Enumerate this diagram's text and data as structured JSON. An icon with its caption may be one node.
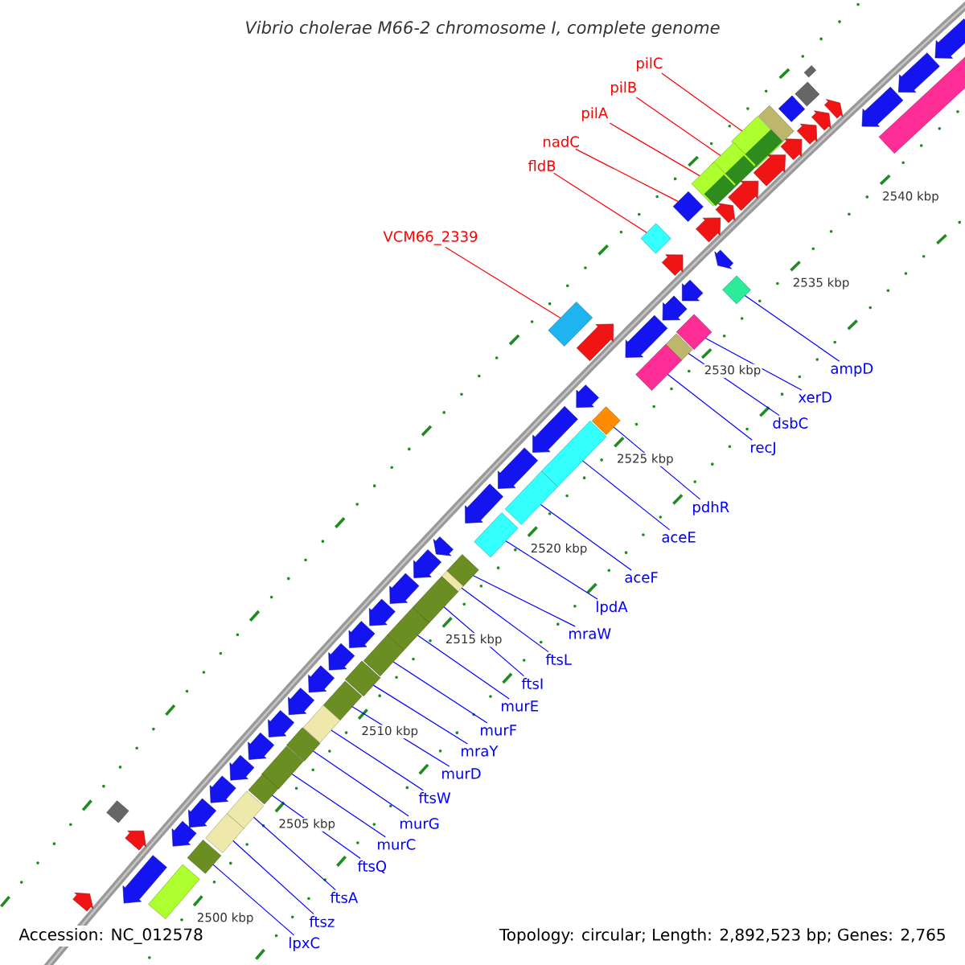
{
  "diagram": {
    "title": "Vibrio cholerae M66-2 chromosome I, complete genome",
    "nodes": [
      {
        "text": [
          "pilC"
        ]
      },
      {
        "text": [],
        "shape": "diamond"
      },
      {
        "text": [
          "pilB"
        ]
      },
      {
        "text": [],
        "shape": "diamond"
      },
      {
        "text": [
          "pilA"
        ]
      },
      {
        "text": [],
        "shape": "diamond"
      },
      {
        "text": [
          "nadC"
        ]
      },
      {
        "text": [],
        "shape": "diamond"
      },
      {
        "text": [
          "fldB"
        ]
      },
      {
        "text": [],
        "shape": "diamond"
      },
      {
        "text": [
          "VCM66_2339"
        ]
      },
      {
        "text": [],
        "shape": "box"
      },
      {
        "text": [
          "ampD"
        ]
      },
      {
        "text": [],
        "shape": "diamond"
      },
      {
        "text": [
          "xerD"
        ]
      },
      {
        "text": [],
        "shape": "diamond"
      },
      {
        "text": [
          "dsbC"
        ]
      },
      {
        "text": [],
        "shape": "box"
      },
      {
        "text": [
          "recJ"
        ]
      },
      {
        "text": [],
        "shape": "box"
      },
      {
        "text": [
          "pdhR"
        ]
      },
      {
        "text": [],
        "shape": "diamond"
      },
      {
        "text": [
          "aceE"
        ]
      },
      {
        "text": [],
        "shape": "box"
      },
      {
        "text": [
          "aceF"
        ]
      },
      {
        "text": [],
        "shape": "box"
      },
      {
        "text": [
          "lpdA"
        ]
      },
      {
        "text": [],
        "shape": "box"
      },
      {
        "text": [
          "mraW"
        ]
      },
      {
        "text": [],
        "shape": "diamond"
      },
      {
        "text": [
          "ftsL"
        ]
      },
      {
        "text": [],
        "shape": "box"
      },
      {
        "text": [
          "ftsI"
        ]
      },
      {
        "text": [],
        "shape": "box"
      },
      {
        "text": [
          "murE"
        ]
      },
      {
        "text": [],
        "shape": "box"
      },
      {
        "text": [
          "murF"
        ]
      },
      {
        "text": [],
        "shape": "box"
      },
      {
        "text": [
          "mraY"
        ]
      },
      {
        "text": [],
        "shape": "diamond"
      },
      {
        "text": [
          "murD"
        ]
      },
      {
        "text": [],
        "shape": "box"
      },
      {
        "text": [
          "ftsW"
        ]
      },
      {
        "text": [],
        "shape": "box"
      },
      {
        "text": [
          "murG"
        ]
      },
      {
        "text": [],
        "shape": "diamond"
      },
      {
        "text": [
          "murC"
        ]
      },
      {
        "text": [],
        "shape": "box"
      },
      {
        "text": [
          "ftsQ"
        ]
      },
      {
        "text": [],
        "shape": "diamond"
      },
      {
        "text": [
          "ftsA"
        ]
      },
      {
        "text": [],
        "shape": "box"
      },
      {
        "text": [
          "ftsz"
        ]
      },
      {
        "text": [],
        "shape": "box"
      },
      {
        "text": [
          "lpxC"
        ]
      },
      {
        "text": [],
        "shape": "diamond"
      },
      {
        "text": [],
        "shape": "arrow"
      },
      {
        "text": [],
        "shape": "arrow"
      },
      {
        "text": [],
        "shape": "arrow"
      },
      {
        "text": [],
        "shape": "arrow"
      },
      {
        "text": [],
        "shape": "arrow"
      },
      {
        "text": [],
        "shape": "arrow"
      },
      {
        "text": [],
        "shape": "arrow"
      },
      {
        "text": [],
        "shape": "arrow"
      },
      {
        "text": [],
        "shape": "arrow"
      },
      {
        "text": [],
        "shape": "arrow"
      },
      {
        "text": [],
        "shape": "arrow"
      },
      {
        "text": [],
        "shape": "arrow"
      },
      {
        "text": [],
        "shape": "arrow"
      },
      {
        "text": [],
        "shape": "arrow"
      },
      {
        "text": [],
        "shape": "arrow"
      },
      {
        "text": [],
        "shape": "arrow"
      },
      {
        "text": [],
        "shape": "arrow"
      },
      {
        "text": [],
        "shape": "arrow"
      },
      {
        "text": [],
        "shape": "arrow"
      },
      {
        "text": [],
        "shape": "arrow"
      },
      {
        "text": [],
        "shape": "arrow"
      },
      {
        "text": [],
        "shape": "arrow"
      },
      {
        "text": [],
        "shape": "arrow"
      },
      {
        "text": [],
        "shape": "arrow"
      },
      {
        "text": [],
        "shape": "arrow"
      },
      {
        "text": [],
        "shape": "arrow"
      },
      {
        "text": [],
        "shape": "arrow"
      },
      {
        "text": [],
        "shape": "arrow"
      },
      {
        "text": [],
        "shape": "arrow"
      },
      {
        "text": [],
        "shape": "arrow"
      },
      {
        "text": [],
        "shape": "arrow"
      },
      {
        "text": [],
        "shape": "arrow"
      },
      {
        "text": [],
        "shape": "arrow"
      },
      {
        "text": [],
        "shape": "arrow"
      },
      {
        "text": [],
        "shape": "arrow"
      },
      {
        "text": [],
        "shape": "arrow"
      },
      {
        "text": [],
        "shape": "arrow"
      },
      {
        "text": [],
        "shape": "arrow"
      },
      {
        "text": [],
        "shape": "diamond"
      },
      {
        "text": [],
        "shape": "box"
      },
      {
        "text": [],
        "shape": "diamond"
      },
      {
        "text": [],
        "shape": "diamond"
      },
      {
        "text": [],
        "shape": "box"
      },
      {
        "text": [],
        "shape": "box"
      },
      {
        "text": [],
        "shape": "box"
      }
    ],
    "edges": [
      {
        "from": 0,
        "to": 1,
        "arrow": "none",
        "color": "#ff0000"
      },
      {
        "from": 2,
        "to": 3,
        "arrow": "none",
        "color": "#ff0000"
      },
      {
        "from": 4,
        "to": 5,
        "arrow": "none",
        "color": "#ff0000"
      },
      {
        "from": 6,
        "to": 7,
        "arrow": "none",
        "color": "#ff0000"
      },
      {
        "from": 8,
        "to": 9,
        "arrow": "none",
        "color": "#ff0000"
      },
      {
        "from": 10,
        "to": 11,
        "arrow": "none",
        "color": "#ff0000"
      },
      {
        "from": 12,
        "to": 13,
        "arrow": "none"
      },
      {
        "from": 14,
        "to": 15,
        "arrow": "none"
      },
      {
        "from": 16,
        "to": 17,
        "arrow": "none"
      },
      {
        "from": 18,
        "to": 19,
        "arrow": "none"
      },
      {
        "from": 20,
        "to": 21,
        "arrow": "none"
      },
      {
        "from": 22,
        "to": 23,
        "arrow": "none"
      },
      {
        "from": 24,
        "to": 25,
        "arrow": "none"
      },
      {
        "from": 26,
        "to": 27,
        "arrow": "none"
      },
      {
        "from": 28,
        "to": 29,
        "arrow": "none"
      },
      {
        "from": 30,
        "to": 31,
        "arrow": "none"
      },
      {
        "from": 32,
        "to": 33,
        "arrow": "none"
      },
      {
        "from": 34,
        "to": 35,
        "arrow": "none"
      },
      {
        "from": 36,
        "to": 37,
        "arrow": "none"
      },
      {
        "from": 38,
        "to": 39,
        "arrow": "none"
      },
      {
        "from": 40,
        "to": 41,
        "arrow": "none"
      },
      {
        "from": 42,
        "to": 43,
        "arrow": "none"
      },
      {
        "from": 44,
        "to": 45,
        "arrow": "none"
      },
      {
        "from": 46,
        "to": 47,
        "arrow": "none"
      },
      {
        "from": 48,
        "to": 49,
        "arrow": "none"
      },
      {
        "from": 50,
        "to": 51,
        "arrow": "none"
      },
      {
        "from": 52,
        "to": 53,
        "arrow": "none"
      },
      {
        "from": 54,
        "to": 55,
        "arrow": "none"
      }
    ],
    "labels": [
      "2540 kbp",
      "2535 kbp",
      "2530 kbp",
      "2525 kbp",
      "2520 kbp",
      "2515 kbp",
      "2510 kbp",
      "2505 kbp",
      "2500 kbp",
      "Accession: NC_012578",
      "Topology: circular; Length: 2,892,523 bp; Genes: 2,765"
    ]
  }
}
